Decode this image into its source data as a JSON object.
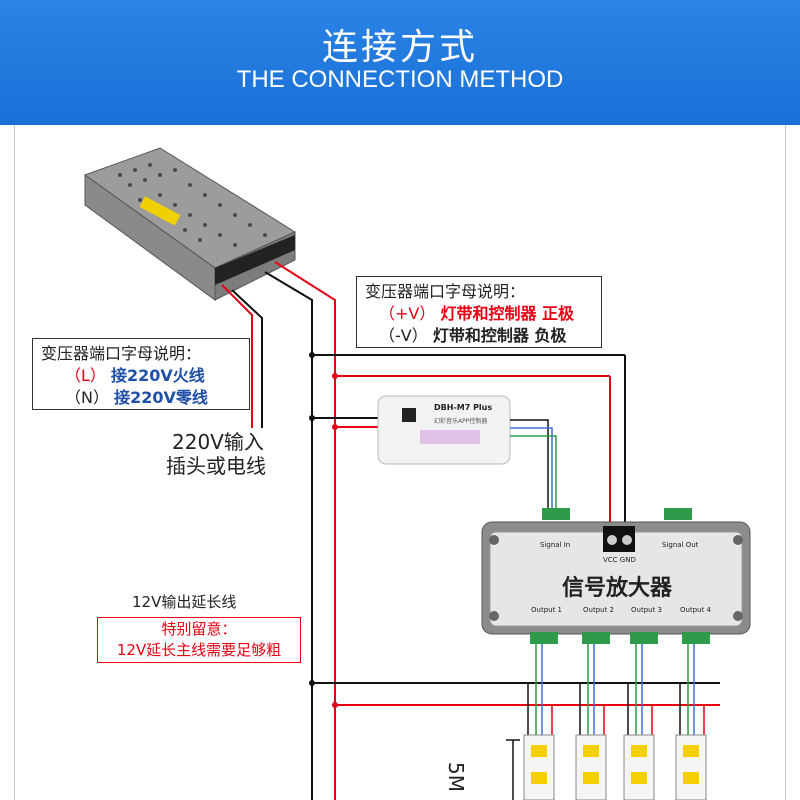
{
  "header": {
    "title_cn": "连接方式",
    "title_en": "THE CONNECTION METHOD"
  },
  "legend_right": {
    "title": "变压器端口字母说明：",
    "row1_sym": "（+V）",
    "row1_text": "灯带和控制器 正极",
    "row2_sym": "（-V）",
    "row2_text": "灯带和控制器 负极"
  },
  "legend_left": {
    "title": "变压器端口字母说明：",
    "row1_sym": "（L）",
    "row1_text": "接220V火线",
    "row2_sym": "（N）",
    "row2_text": "接220V零线"
  },
  "input_label": {
    "line1": "220V输入",
    "line2": "插头或电线"
  },
  "controller": {
    "model": "DBH-M7 Plus",
    "subtitle": "幻彩音乐APP控制器"
  },
  "amplifier": {
    "name": "信号放大器",
    "signal_in": "Signal In",
    "signal_out": "Signal Out",
    "vcc_gnd": "VCC GND",
    "outputs": [
      "Output 1",
      "Output 2",
      "Output 3",
      "Output 4"
    ]
  },
  "extension": {
    "label": "12V输出延长线",
    "note_title": "特别留意：",
    "note_text": "12V延长主线需要足够粗"
  },
  "strip_length": "5M",
  "colors": {
    "header": "#1a6fd6",
    "wire_red": "#e60012",
    "wire_black": "#111111",
    "wire_green": "#2e9b4a",
    "wire_blue": "#3c6fd8"
  }
}
